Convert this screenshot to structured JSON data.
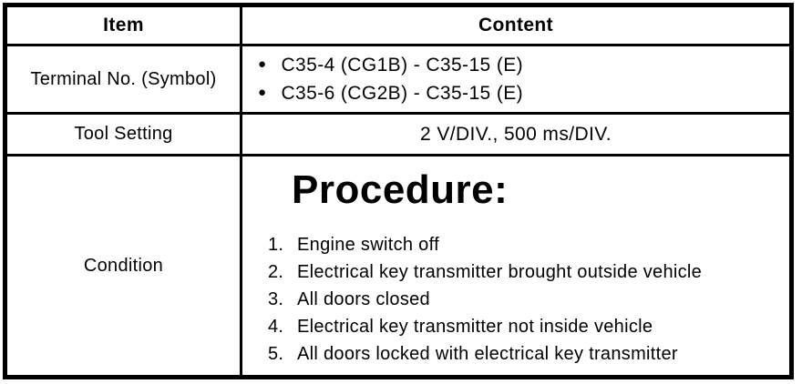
{
  "colors": {
    "border": "#000000",
    "background": "#ffffff",
    "text": "#000000"
  },
  "table": {
    "header": {
      "item_label": "Item",
      "content_label": "Content"
    },
    "bullet_glyph": "●",
    "terminal_row": {
      "item_label": "Terminal No. (Symbol)",
      "bullets": [
        "C35-4 (CG1B) - C35-15 (E)",
        "C35-6 (CG2B) - C35-15 (E)"
      ]
    },
    "tool_setting_row": {
      "item_label": "Tool Setting",
      "content": "2 V/DIV., 500 ms/DIV."
    },
    "condition_row": {
      "item_label": "Condition",
      "procedure_title": "Procedure:",
      "steps": [
        {
          "num": "1.",
          "text": "Engine switch off"
        },
        {
          "num": "2.",
          "text": "Electrical key transmitter brought outside vehicle"
        },
        {
          "num": "3.",
          "text": "All doors closed"
        },
        {
          "num": "4.",
          "text": "Electrical key transmitter not inside vehicle"
        },
        {
          "num": "5.",
          "text": "All doors locked with electrical key transmitter"
        }
      ]
    }
  }
}
